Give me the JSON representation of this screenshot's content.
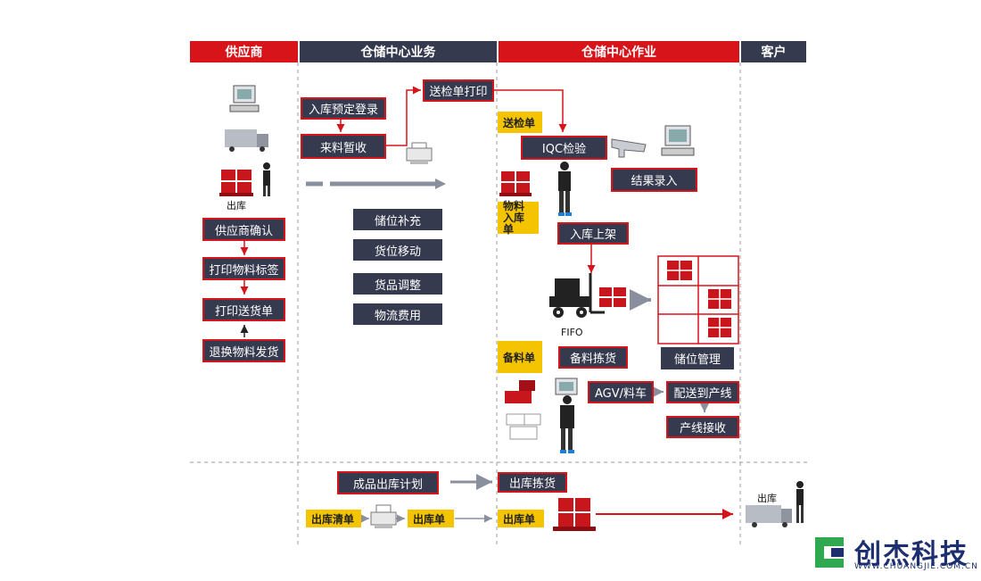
{
  "lanes": {
    "supplier": "供应商",
    "business": "仓储中心业务",
    "operation": "仓储中心作业",
    "customer": "客户"
  },
  "supplier": {
    "out_label": "出库",
    "confirm": "供应商确认",
    "print_label": "打印物料标签",
    "print_delivery": "打印送货单",
    "return_ship": "退换物料发货"
  },
  "business": {
    "inbound_reg": "入库预定登录",
    "receive_temp": "来料暂收",
    "print_inspect": "送检单打印",
    "replenish": "储位补充",
    "move": "货位移动",
    "adjust": "货品调整",
    "logistics_fee": "物流费用",
    "fg_plan": "成品出库计划"
  },
  "operation": {
    "inspect_tag": "送检单",
    "iqc": "IQC检验",
    "result_entry": "结果录入",
    "material_tag": "物料入库单",
    "put_away": "入库上架",
    "fifo": "FIFO",
    "pick_tag": "备料单",
    "pick_goods": "备料拣货",
    "storage_mgmt": "储位管理",
    "agv": "AGV/料车",
    "deliver_line": "配送到产线",
    "line_receive": "产线接收",
    "out_pick": "出库拣货",
    "out_tag": "出库单"
  },
  "bottom": {
    "out_list_tag": "出库清单",
    "out_tag": "出库单"
  },
  "customer": {
    "out_label": "出库"
  },
  "brand": {
    "name": "创杰科技",
    "site": "WWW.CHUANGJIE.COM.CN"
  },
  "colors": {
    "red": "#d7141a",
    "dark": "#363a4f",
    "yellow": "#f5c400"
  }
}
